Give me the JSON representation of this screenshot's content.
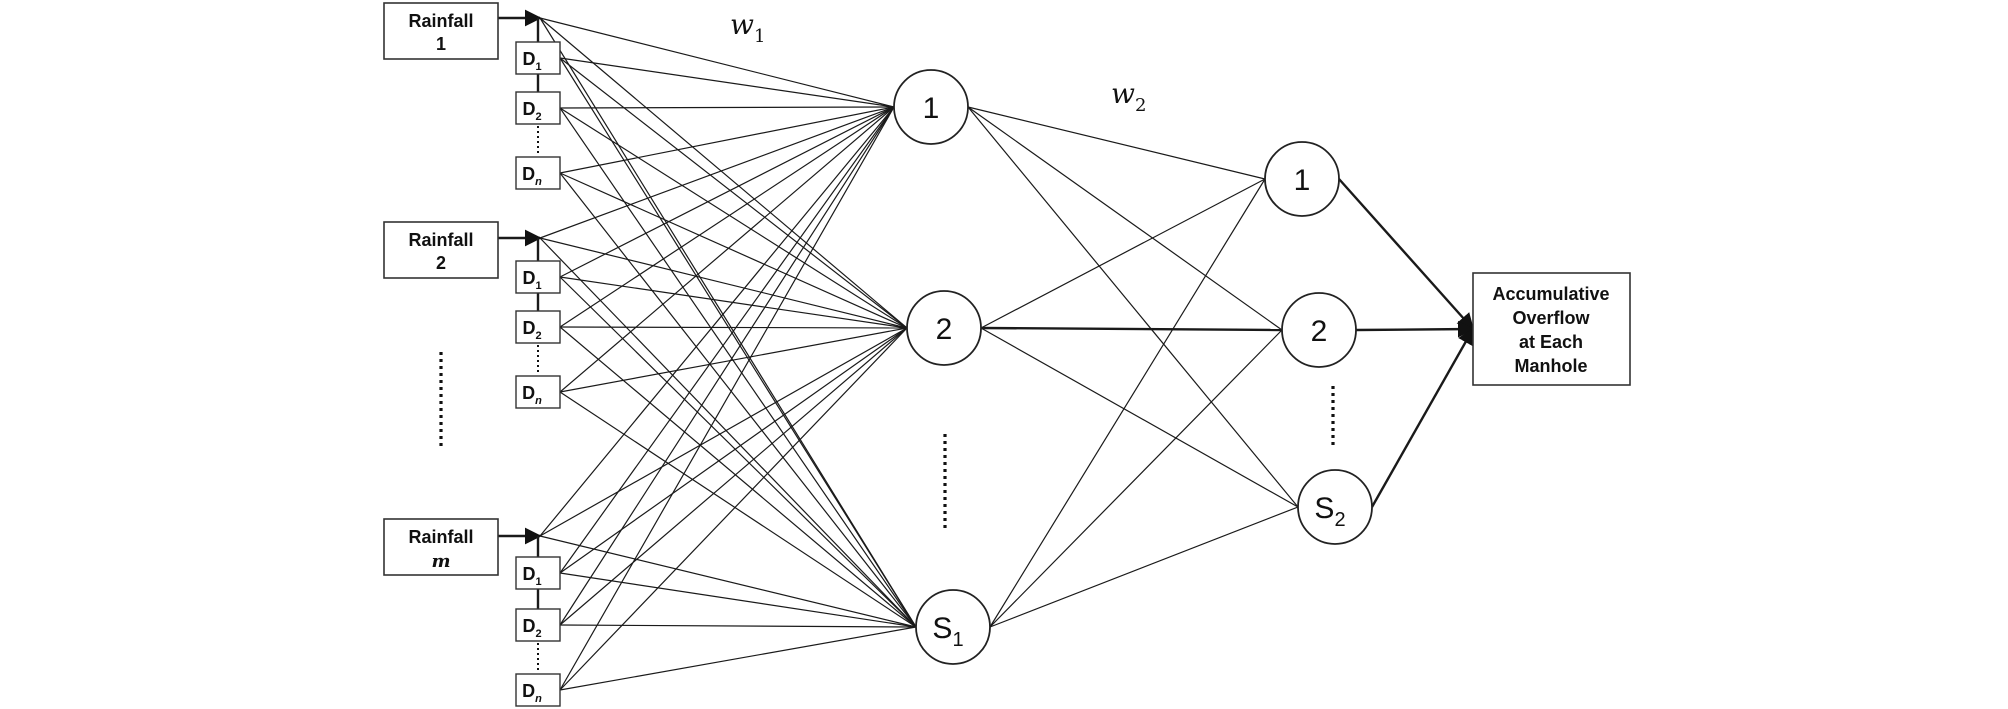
{
  "weights": {
    "w1": "w",
    "w1_sub": "1",
    "w2": "w",
    "w2_sub": "2"
  },
  "inputs": [
    {
      "rainfall": "Rainfall",
      "index": "1",
      "delays": [
        {
          "label": "D",
          "sub": "1"
        },
        {
          "label": "D",
          "sub": "2"
        },
        {
          "label": "D",
          "sub": "n"
        }
      ]
    },
    {
      "rainfall": "Rainfall",
      "index": "2",
      "delays": [
        {
          "label": "D",
          "sub": "1"
        },
        {
          "label": "D",
          "sub": "2"
        },
        {
          "label": "D",
          "sub": "n"
        }
      ]
    },
    {
      "rainfall": "Rainfall",
      "index": "m",
      "delays": [
        {
          "label": "D",
          "sub": "1"
        },
        {
          "label": "D",
          "sub": "2"
        },
        {
          "label": "D",
          "sub": "n"
        }
      ]
    }
  ],
  "hidden1": [
    {
      "label": "1",
      "sub": ""
    },
    {
      "label": "2",
      "sub": ""
    },
    {
      "label": "S",
      "sub": "1"
    }
  ],
  "hidden2": [
    {
      "label": "1",
      "sub": ""
    },
    {
      "label": "2",
      "sub": ""
    },
    {
      "label": "S",
      "sub": "2"
    }
  ],
  "output": {
    "lines": [
      "Accumulative",
      "Overflow",
      "at Each",
      "Manhole"
    ]
  }
}
